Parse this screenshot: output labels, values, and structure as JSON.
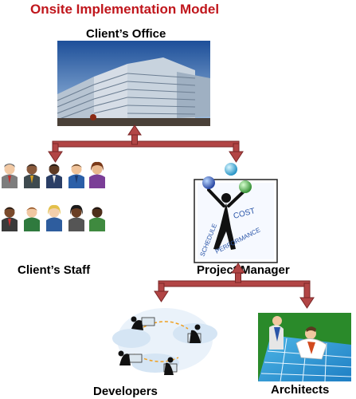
{
  "title": "Onsite Implementation Model",
  "nodes": {
    "office": "Client’s Office",
    "staff": "Client’s Staff",
    "pm": "Project Manager",
    "developers": "Developers",
    "architects": "Architects"
  },
  "pm_card": {
    "cost": "COST",
    "schedule": "SCHEDULE",
    "performance": "PERFORMANCE"
  },
  "colors": {
    "title": "#c0161c",
    "connector": "#b24545",
    "connector_outline": "#7a2626"
  }
}
